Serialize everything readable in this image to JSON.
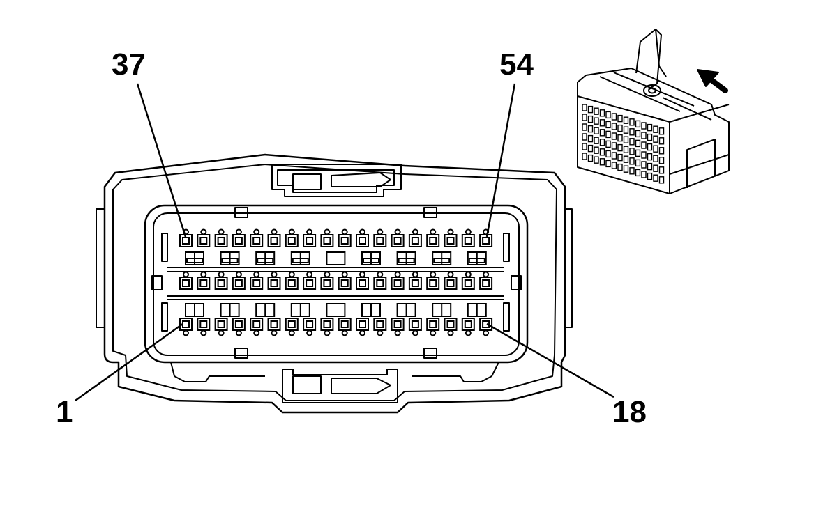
{
  "diagram": {
    "pin_labels": {
      "top_left": "37",
      "top_right": "54",
      "bottom_left": "1",
      "bottom_right": "18"
    },
    "pins_per_row": 18,
    "pin_rows": 3,
    "arrow_icon": "arrow-up-left-icon",
    "colors": {
      "line": "#000000",
      "background": "#ffffff"
    }
  }
}
